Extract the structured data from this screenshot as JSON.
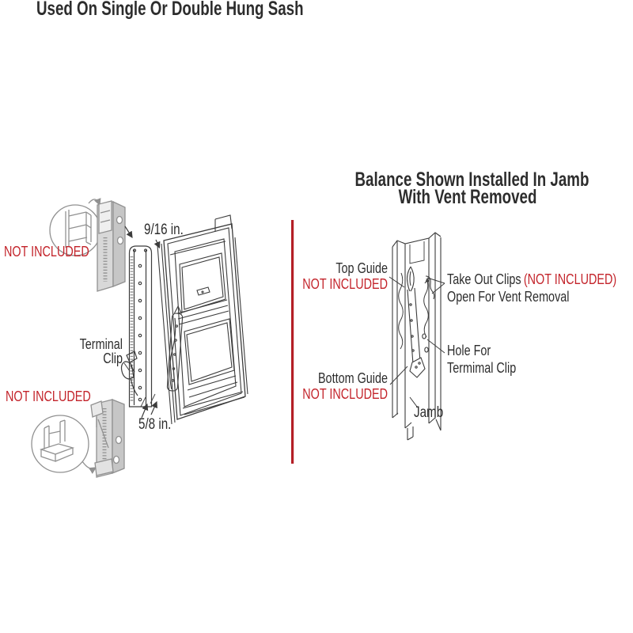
{
  "colors": {
    "accent_red": "#c3232a",
    "divider_red": "#b41f26",
    "ink": "#3c3c3c",
    "inset_grey": "#919191"
  },
  "left": {
    "title": "Used On Single Or Double Hung Sash",
    "not_included_top": "NOT INCLUDED",
    "not_included_bottom": "NOT INCLUDED",
    "dim_width": "9/16 in.",
    "dim_depth": "5/8 in.",
    "terminal_clip_line1": "Terminal",
    "terminal_clip_line2": "Clip"
  },
  "right": {
    "title_line1": "Balance Shown Installed In Jamb",
    "title_line2": "With Vent Removed",
    "top_guide_label": "Top Guide",
    "top_guide_note": "NOT INCLUDED",
    "take_out_clips_label": "Take Out Clips",
    "take_out_clips_note": "(NOT INCLUDED)",
    "take_out_clips_line2": "Open For Vent Removal",
    "hole_label_line1": "Hole For",
    "hole_label_line2": "Termimal Clip",
    "bottom_guide_label": "Bottom Guide",
    "bottom_guide_note": "NOT INCLUDED",
    "jamb_label": "Jamb"
  }
}
